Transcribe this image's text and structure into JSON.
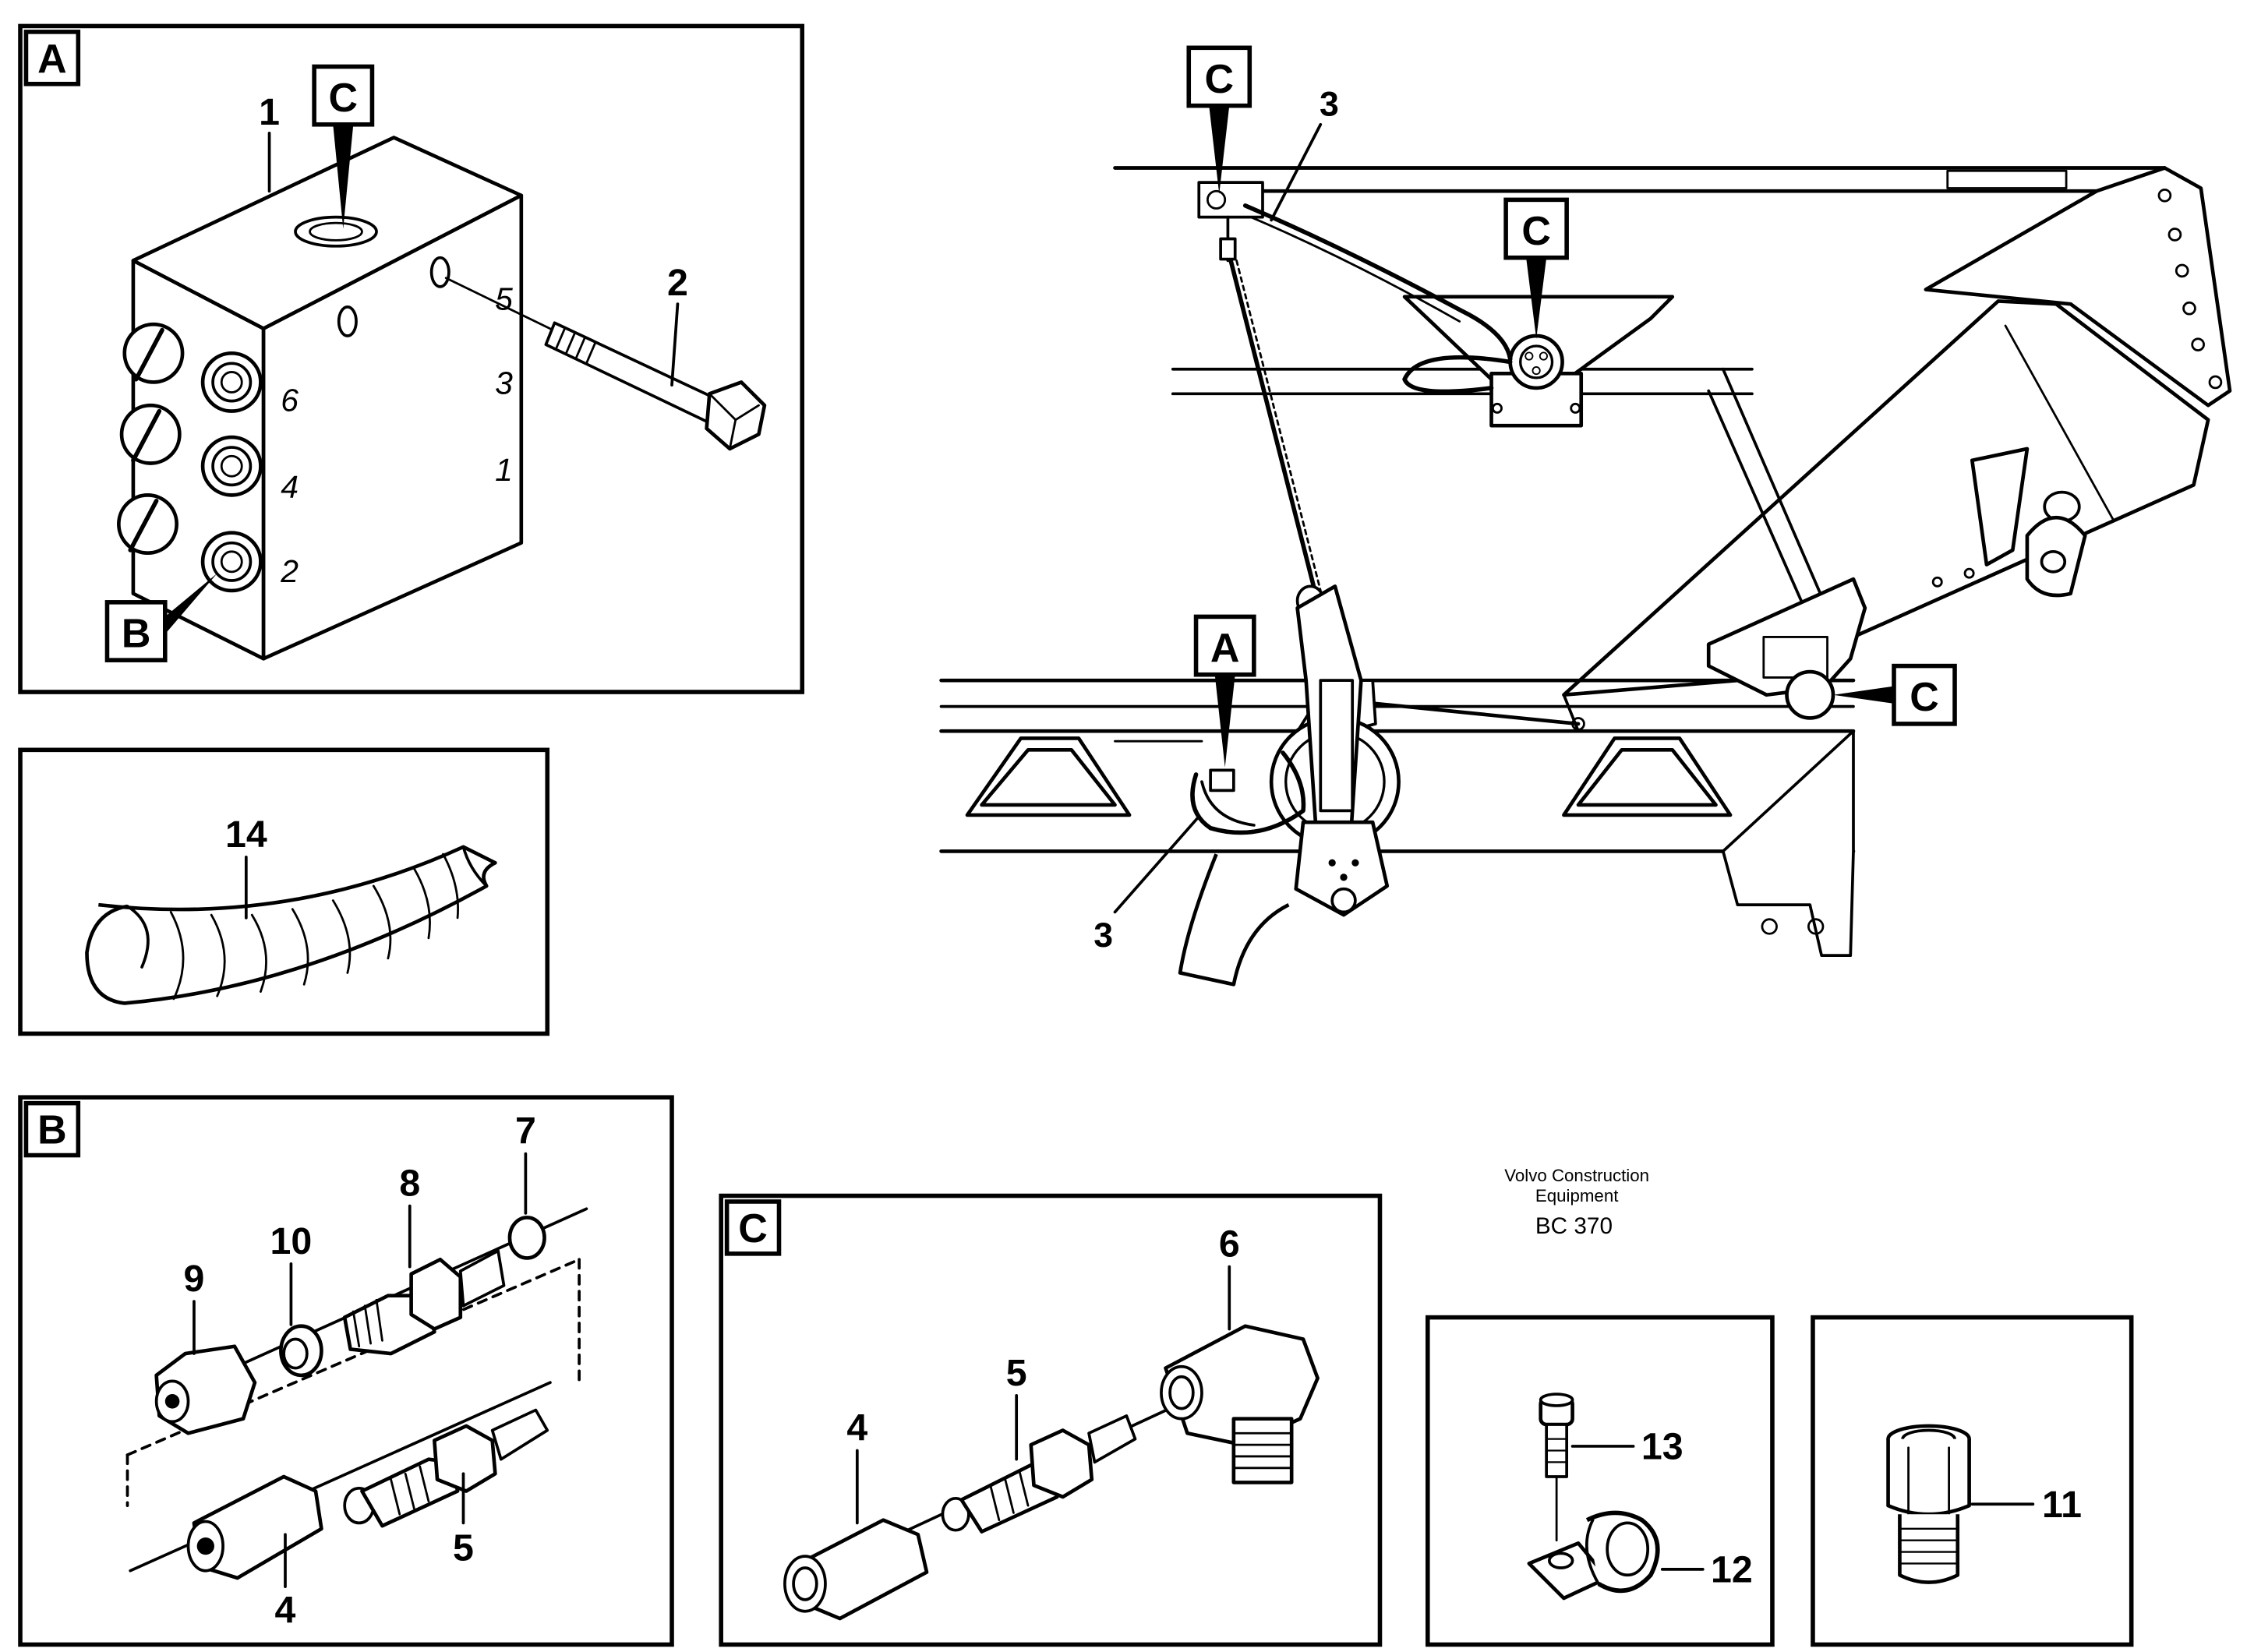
{
  "panels": {
    "a": {
      "letter": "A",
      "callouts": {
        "block": "1",
        "bolt": "2",
        "b": "B",
        "c": "C"
      },
      "ports": [
        "6",
        "4",
        "2",
        "5",
        "3",
        "1"
      ]
    },
    "hose": {
      "callout": "14"
    },
    "b": {
      "letter": "B",
      "callouts": [
        "7",
        "8",
        "10",
        "9",
        "4",
        "5"
      ]
    },
    "c": {
      "letter": "C",
      "callouts": [
        "6",
        "5",
        "4"
      ]
    },
    "clamp": {
      "callouts": [
        "13",
        "12"
      ]
    },
    "adapter": {
      "callout": "11"
    }
  },
  "main": {
    "callouts": [
      "C",
      "C",
      "C",
      "A",
      "3",
      "3"
    ]
  },
  "brand": {
    "line1": "Volvo Construction",
    "line2": "Equipment",
    "code": "BC 370"
  }
}
